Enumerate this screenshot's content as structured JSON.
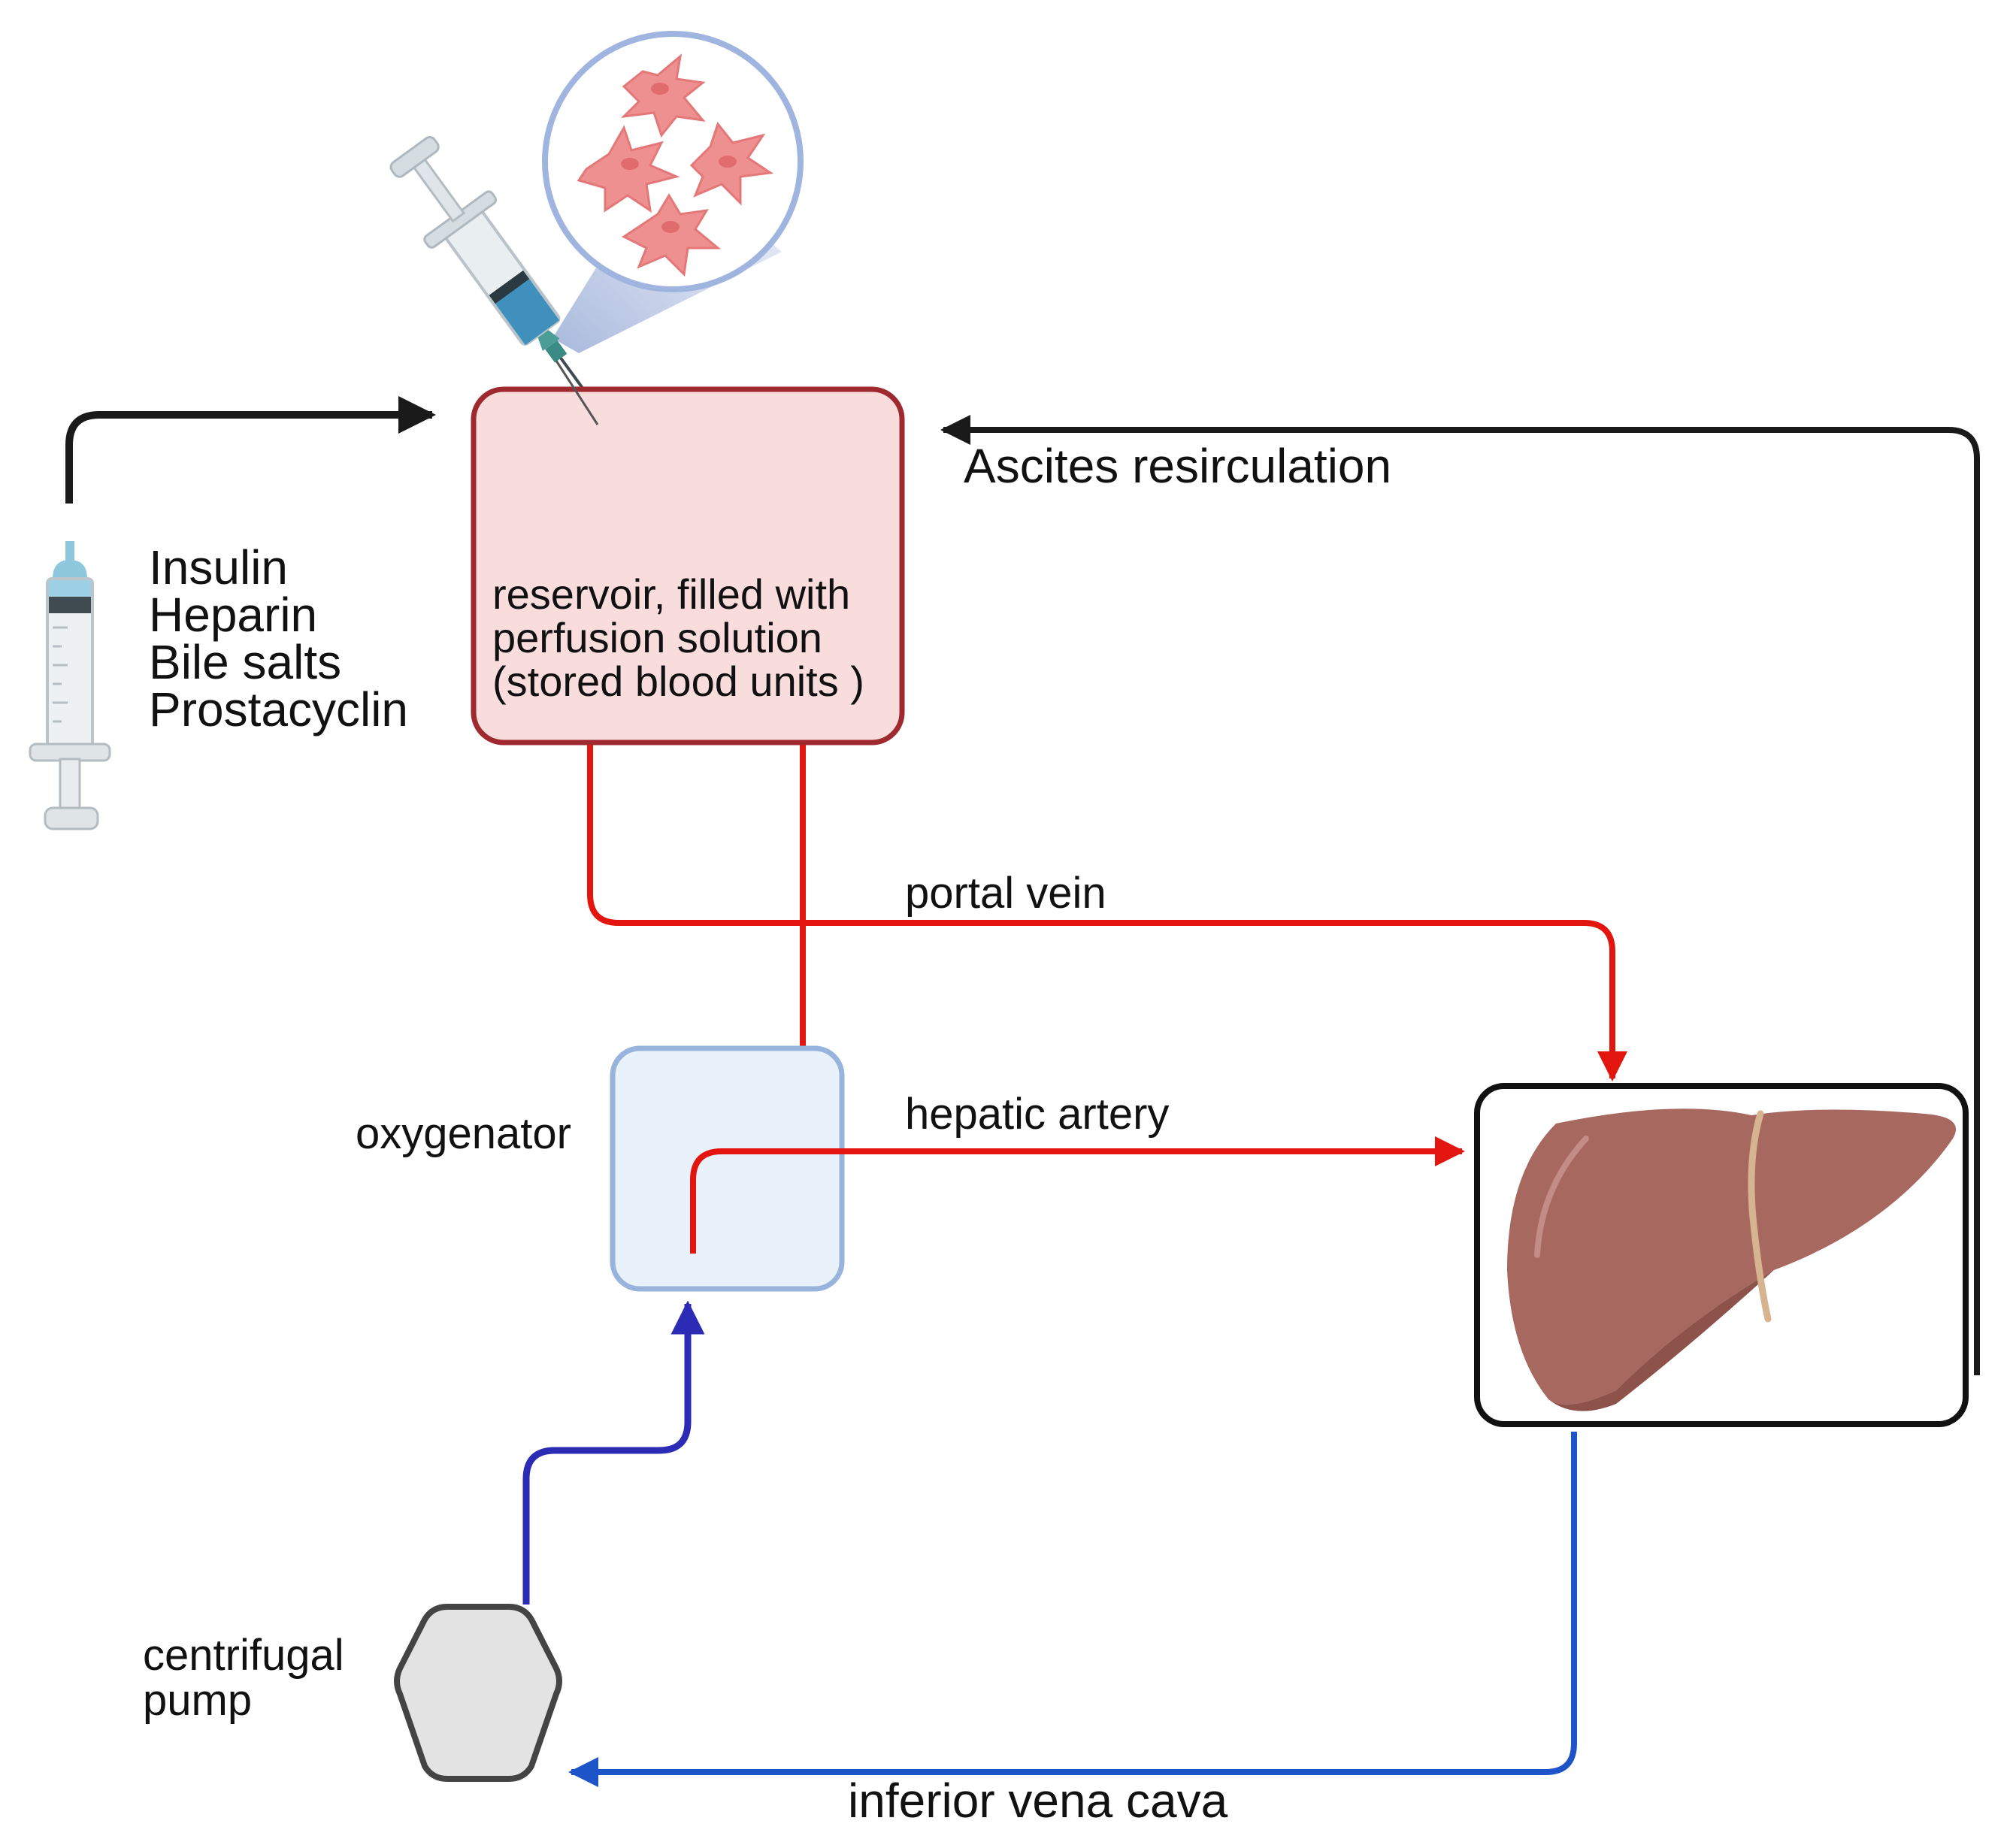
{
  "additives": [
    "Insulin",
    "Heparin",
    "Bile salts",
    "Prostacyclin"
  ],
  "reservoir_lines": [
    "reservoir, filled with",
    "perfusion solution",
    "(stored blood units )"
  ],
  "labels": {
    "ascites": "Ascites resirculation",
    "portal_vein": "portal vein",
    "hepatic_artery": "hepatic artery",
    "oxygenator": "oxygenator",
    "pump_lines": [
      "centrifugal",
      "pump"
    ],
    "ivc": "inferior vena cava"
  },
  "colors": {
    "arterial": "#e3160f",
    "venous_dark": "#2b2bb5",
    "venous": "#1d55c9",
    "recirculation": "#1a1a1a",
    "reservoir_fill": "#f9dcdc",
    "reservoir_stroke": "#9e2a30",
    "oxygenator_fill": "#e9f1fb",
    "oxygenator_stroke": "#98b4dc",
    "pump_fill": "#e3e3e3",
    "liver": "#a76860",
    "cells": "#ee8f90"
  },
  "icons": [
    "syringe-icon",
    "injection-syringe-icon",
    "hepatocyte-cells-icon",
    "liver-icon",
    "pump-icon"
  ]
}
